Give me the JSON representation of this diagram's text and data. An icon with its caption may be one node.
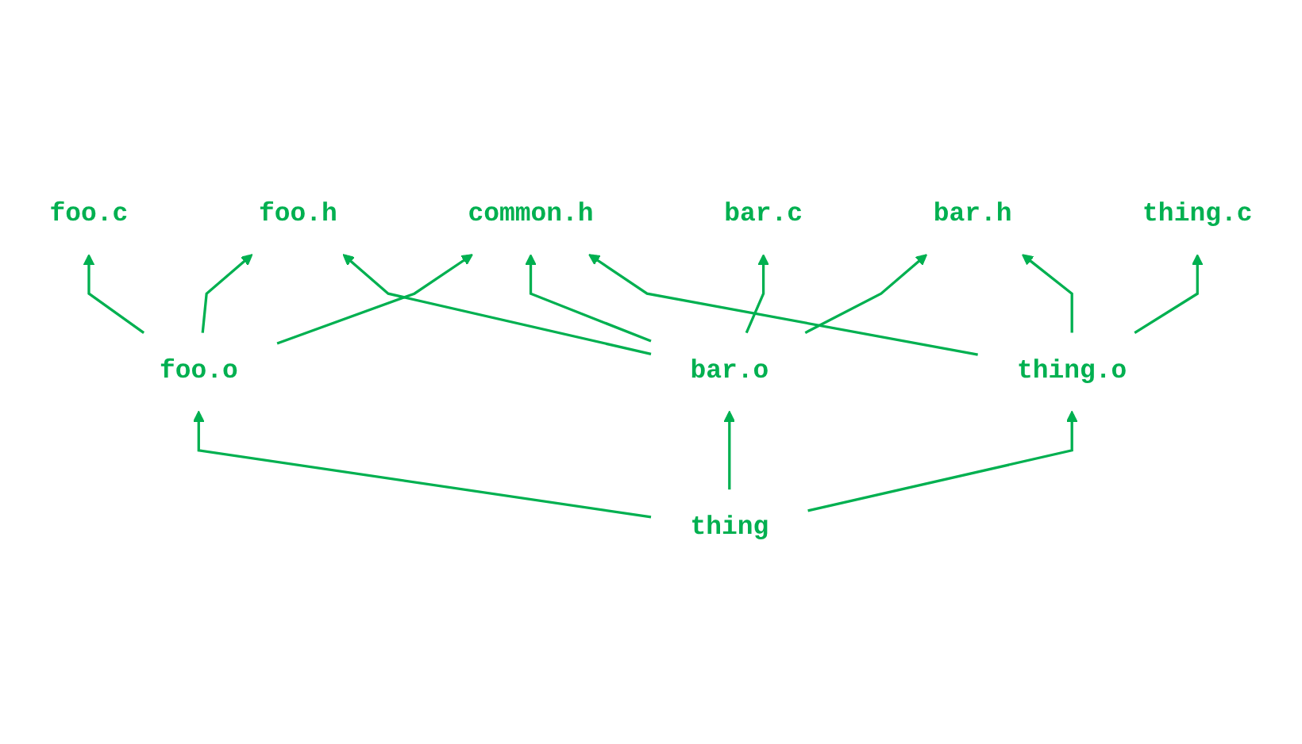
{
  "diagram": {
    "nodes": [
      {
        "text": [
          "foo.h"
        ]
      },
      {
        "text": [
          "common.h"
        ]
      },
      {
        "text": [
          "bar.h"
        ]
      },
      {
        "text": [
          "foo.c"
        ]
      },
      {
        "text": [
          "bar.c"
        ]
      },
      {
        "text": [
          "thing.c"
        ]
      },
      {
        "text": [
          "foo.o"
        ]
      },
      {
        "text": [
          "bar.o"
        ]
      },
      {
        "text": [
          "thing.o"
        ]
      },
      {
        "text": [
          "thing"
        ]
      }
    ],
    "edges": [
      {
        "from": 6,
        "to": 3,
        "arrow": "to"
      },
      {
        "from": 6,
        "to": 0,
        "arrow": "to"
      },
      {
        "from": 6,
        "to": 1,
        "arrow": "to"
      },
      {
        "from": 7,
        "to": 0,
        "arrow": "to"
      },
      {
        "from": 7,
        "to": 4,
        "arrow": "to"
      },
      {
        "from": 7,
        "to": 1,
        "arrow": "to"
      },
      {
        "from": 7,
        "to": 2,
        "arrow": "to"
      },
      {
        "from": 8,
        "to": 1,
        "arrow": "to"
      },
      {
        "from": 8,
        "to": 2,
        "arrow": "to"
      },
      {
        "from": 8,
        "to": 5,
        "arrow": "to"
      },
      {
        "from": 9,
        "to": 6,
        "arrow": "to"
      },
      {
        "from": 9,
        "to": 7,
        "arrow": "to"
      },
      {
        "from": 9,
        "to": 8,
        "arrow": "to"
      }
    ]
  }
}
